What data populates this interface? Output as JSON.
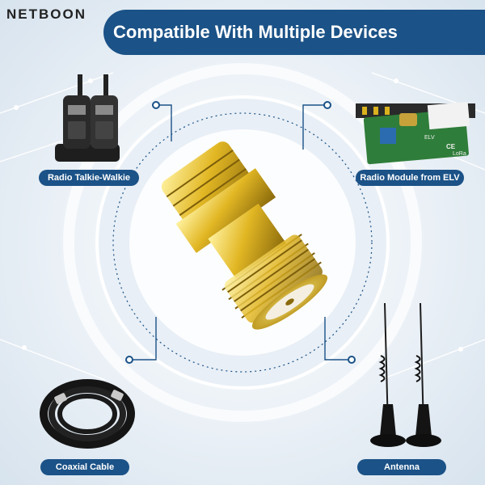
{
  "brand": {
    "name": "NETBOON"
  },
  "banner": {
    "title": "Compatible With Multiple Devices"
  },
  "devices": [
    {
      "label": "Radio Talkie-Walkie",
      "icon": "walkie-talkie-icon"
    },
    {
      "label": "Radio Module from ELV",
      "icon": "circuit-board-icon"
    },
    {
      "label": "Coaxial Cable",
      "icon": "coiled-cable-icon"
    },
    {
      "label": "Antenna",
      "icon": "antenna-icon"
    }
  ],
  "product": {
    "name": "SMA female-to-female adapter",
    "icon": "sma-adapter-icon"
  },
  "module_text": {
    "brand": "ELV",
    "lora": "LoRa",
    "ce": "CE"
  },
  "colors": {
    "accent": "#1b5287",
    "gold": "#d9b21e",
    "board": "#2f7d3a"
  }
}
